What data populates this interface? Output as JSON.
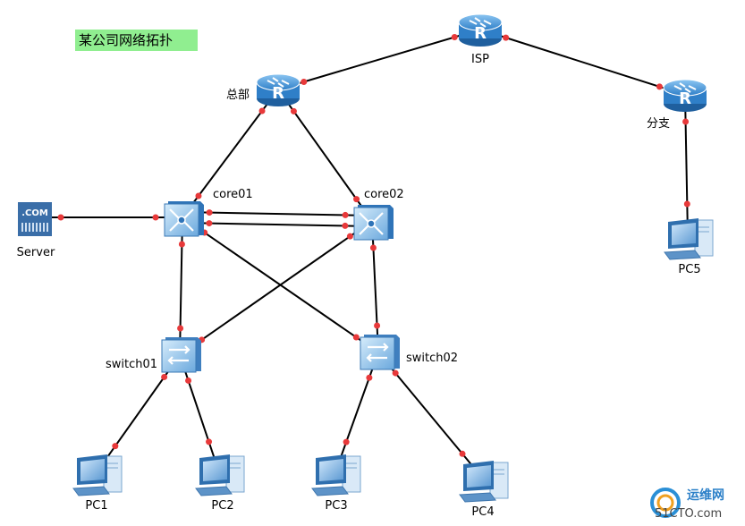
{
  "title": "某公司网络拓扑",
  "colors": {
    "link": "#000000",
    "port": "#e8393a",
    "router": "#3f8fd6",
    "switch": "#5ba0de",
    "title_bg": "#90ee90"
  },
  "nodes": {
    "isp": {
      "label": "ISP",
      "type": "router"
    },
    "hq": {
      "label": "总部",
      "type": "router"
    },
    "branch": {
      "label": "分支",
      "type": "router"
    },
    "core01": {
      "label": "core01",
      "type": "l3-switch"
    },
    "core02": {
      "label": "core02",
      "type": "l3-switch"
    },
    "server": {
      "label": "Server",
      "type": "server",
      "badge": ".COM"
    },
    "switch01": {
      "label": "switch01",
      "type": "switch"
    },
    "switch02": {
      "label": "switch02",
      "type": "switch"
    },
    "pc1": {
      "label": "PC1",
      "type": "pc"
    },
    "pc2": {
      "label": "PC2",
      "type": "pc"
    },
    "pc3": {
      "label": "PC3",
      "type": "pc"
    },
    "pc4": {
      "label": "PC4",
      "type": "pc"
    },
    "pc5": {
      "label": "PC5",
      "type": "pc"
    }
  },
  "links": [
    [
      "hq",
      "isp"
    ],
    [
      "isp",
      "branch"
    ],
    [
      "branch",
      "pc5"
    ],
    [
      "hq",
      "core01"
    ],
    [
      "hq",
      "core02"
    ],
    [
      "core01",
      "core02"
    ],
    [
      "core01",
      "core02"
    ],
    [
      "server",
      "core01"
    ],
    [
      "core01",
      "switch01"
    ],
    [
      "core01",
      "switch02"
    ],
    [
      "core02",
      "switch01"
    ],
    [
      "core02",
      "switch02"
    ],
    [
      "switch01",
      "pc1"
    ],
    [
      "switch01",
      "pc2"
    ],
    [
      "switch02",
      "pc3"
    ],
    [
      "switch02",
      "pc4"
    ]
  ],
  "watermark": {
    "line1": "运维网",
    "line2": "51CTO.com"
  }
}
